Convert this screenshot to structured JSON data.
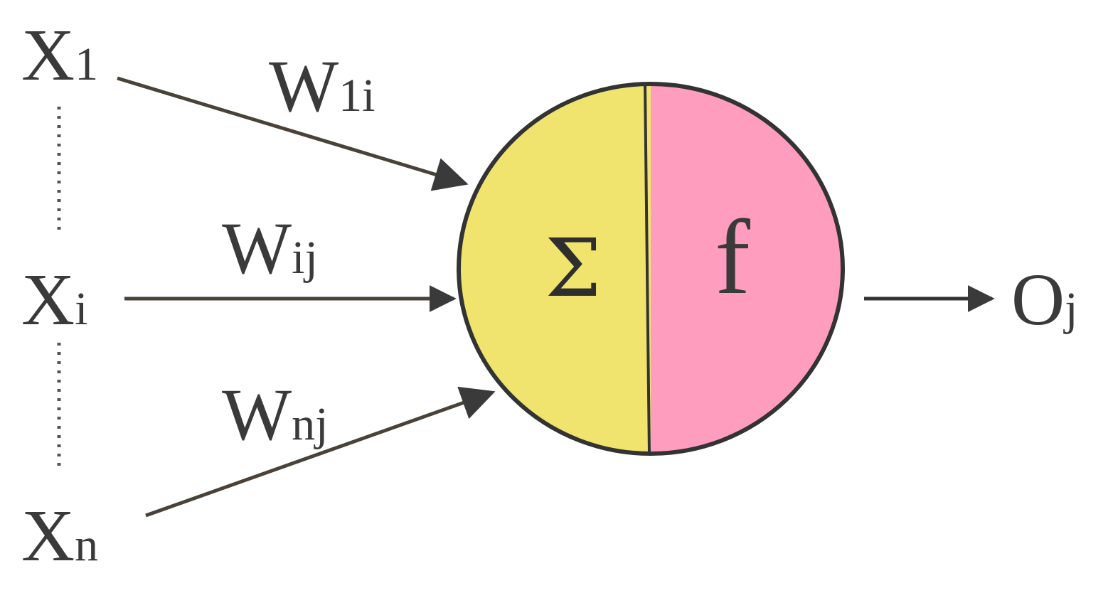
{
  "inputs": {
    "x1": {
      "main": "X",
      "sub": "1"
    },
    "xi": {
      "main": "X",
      "sub": "i"
    },
    "xn": {
      "main": "X",
      "sub": "n"
    }
  },
  "weights": {
    "w1i": {
      "main": "W",
      "sub": "1i"
    },
    "wij": {
      "main": "W",
      "sub": "ij"
    },
    "wnj": {
      "main": "W",
      "sub": "nj"
    }
  },
  "neuron": {
    "sum_symbol": "Σ",
    "activation_symbol": "f",
    "sum_color": "#f0e46e",
    "activation_color": "#ff9dbf"
  },
  "output": {
    "main": "O",
    "sub": "j"
  }
}
